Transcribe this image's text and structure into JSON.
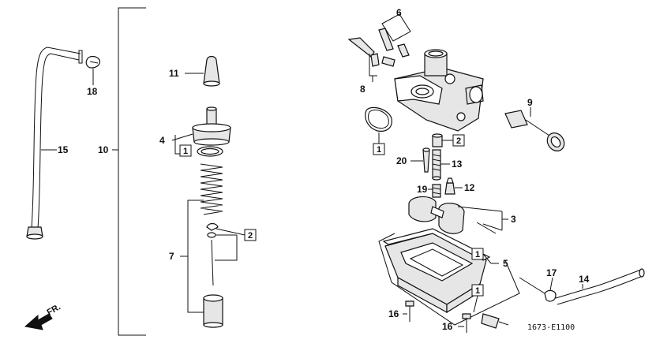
{
  "diagram": {
    "callouts": {
      "c1": "1",
      "c2": "2",
      "c3": "3",
      "c4": "4",
      "c5": "5",
      "c6": "6",
      "c7": "7",
      "c8": "8",
      "c9": "9",
      "c10": "10",
      "c11": "11",
      "c12": "12",
      "c13": "13",
      "c14": "14",
      "c15": "15",
      "c16": "16",
      "c17": "17",
      "c18": "18",
      "c19": "19",
      "c20": "20"
    },
    "boxed": {
      "b1a": "1",
      "b1b": "1",
      "b1c": "1",
      "b1d": "1",
      "b2a": "2",
      "b2b": "2"
    },
    "direction_label": "FR.",
    "figure_code": "1673-E1100"
  }
}
